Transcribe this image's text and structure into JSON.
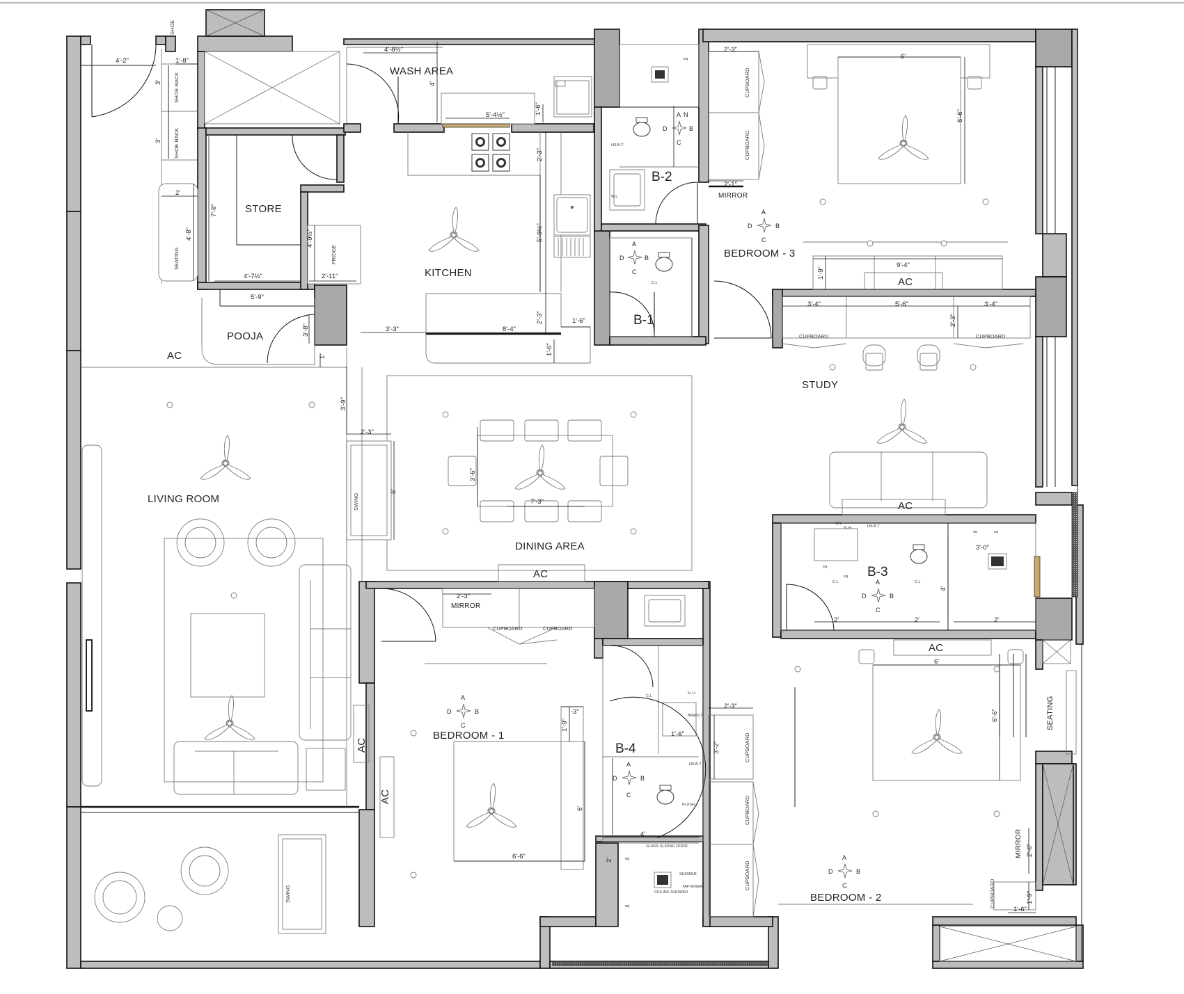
{
  "rooms": {
    "wash_area": "WASH AREA",
    "store": "STORE",
    "kitchen": "KITCHEN",
    "pooja": "POOJA",
    "living_room": "LIVING ROOM",
    "dining_area": "DINING AREA",
    "study": "STUDY",
    "bedroom_1": "BEDROOM  - 1",
    "bedroom_2": "BEDROOM  - 2",
    "bedroom_3": "BEDROOM  - 3",
    "b1": "B-1",
    "b2": "B-2",
    "b3": "B-3",
    "b4": "B-4"
  },
  "labels": {
    "ac": "AC",
    "shoe": "SHOE",
    "shoe_rack": "SHOE RACK",
    "seating": "SEATING",
    "fridge": "FRIDGE",
    "swing": "SWING",
    "mirror": "MIRROR",
    "cupboard": "CUPBOARD",
    "glass_sliding_door": "GLASS SLIDING DOOR",
    "ceiling_shower": "CEILING SHOWER",
    "shower": "SHOWER",
    "tap_mixer": "TAP MIXER",
    "cl": "C.L",
    "eq": "eq",
    "wl": "W.L",
    "nh": "N. H",
    "hsbt": "HS.B.T",
    "brain_t": "BRAIN T",
    "flush": "FLUSH"
  },
  "compass": {
    "a": "A",
    "b": "B",
    "c": "C",
    "d": "D",
    "n": "N"
  },
  "dimensions": {
    "entry_door": "4'-2\"",
    "shoe_w": "1'-8\"",
    "shoe_h1": "3'",
    "shoe_h2": "3'",
    "wash_w": "4'-8½\"",
    "wash_h": "4'",
    "counter": "5'-4½\"",
    "counter_h": "1'-6\"",
    "seating_w": "2'",
    "seating_h": "4'-8\"",
    "store_h": "7'-8\"",
    "store_w": "4'-7½\"",
    "fridge_h": "4'-9½\"",
    "fridge_w": "2'-11\"",
    "pooja_w": "5'-9\"",
    "pooja_h": "3'-8\"",
    "pooja_gap": "1'",
    "kitchen_top": "2'-3\"",
    "kitchen_side": "5'-9½\"",
    "kitchen_low": "2'-3\"",
    "kitchen_gap": "3'-3\"",
    "kitchen_counter": "8'-4\"",
    "kitchen_end": "1'-6\"",
    "kitchen_drop": "1'-6\"",
    "dining_gap": "3'-9\"",
    "swing_w": "2'-3\"",
    "swing_h": "5'",
    "table_h": "3'-6\"",
    "table_w": "7'-3\"",
    "b2_w": "2'-1\"",
    "b3_w": "2'-3\"",
    "bed3_w": "6'",
    "bed3_h": "6'-6\"",
    "bed3_cup": "9'-4\"",
    "bed3_cup_h": "1'-9\"",
    "study_l": "3'-4\"",
    "study_m": "5'-6\"",
    "study_r": "3'-4\"",
    "study_h": "2'-3\"",
    "b1_mirror": "2'-3\"",
    "bed1_s": "-3\"",
    "bed1_h": "1'-9\"",
    "bed1_w": "6'-6\"",
    "bed1_l": "6'",
    "bed2_cup": "2'-3\"",
    "bed2_cuph": "3'-2\"",
    "bed2_w": "6'",
    "bed2_h": "6'-6\"",
    "bed2_mirror": "2'-6\"",
    "bed2_gap": "1'-9\"",
    "bed2_end": "1'-6\"",
    "b3_a": "2'",
    "b3_b": "2'",
    "b3_c": "3'-0\"",
    "b3_d": "2'",
    "b3_e": "4'",
    "b4_a": "4'",
    "b4_b": "2'",
    "b4_c": "1'-6\""
  }
}
